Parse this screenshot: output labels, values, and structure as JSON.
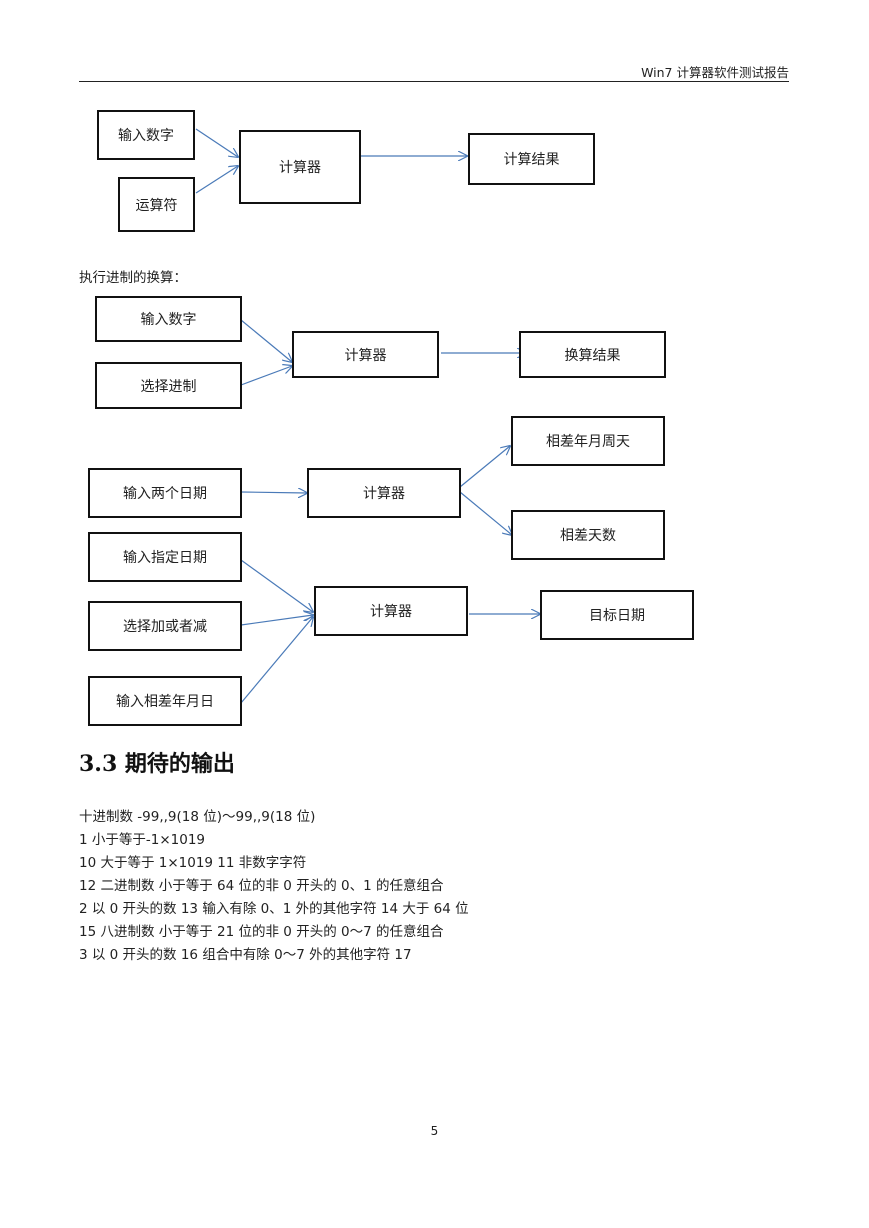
{
  "header": {
    "title": "Win7 计算器软件测试报告"
  },
  "diagram1": {
    "input_number": "输入数字",
    "operator": "运算符",
    "calculator": "计算器",
    "result": "计算结果"
  },
  "intro_text": "执行进制的换算：",
  "diagram2": {
    "input_number": "输入数字",
    "select_base": "选择进制",
    "calculator": "计算器",
    "result": "换算结果"
  },
  "diagram3": {
    "input_two_dates": "输入两个日期",
    "calculator": "计算器",
    "diff_ymwd": "相差年月周天",
    "diff_days": "相差天数"
  },
  "diagram4": {
    "input_date": "输入指定日期",
    "select_add_sub": "选择加或者减",
    "input_diff": "输入相差年月日",
    "calculator": "计算器",
    "target_date": "目标日期"
  },
  "section": {
    "title": "3.3 期待的输出"
  },
  "body_lines": [
    "十进制数 -99,,9(18 位)～99,,9(18 位)",
    "1 小于等于-1×1019",
    " 10 大于等于 1×1019 11 非数字字符",
    "12 二进制数 小于等于 64 位的非 0 开头的 0、1 的任意组合",
    "2 以 0 开头的数 13 输入有除 0、1 外的其他字符 14 大于 64 位",
    "15 八进制数 小于等于 21 位的非 0 开头的 0～7 的任意组合",
    "3 以 0 开头的数 16 组合中有除 0～7 外的其他字符 17"
  ],
  "page_number": "5",
  "colors": {
    "arrow": "#4a7ab8",
    "box_border": "#111111"
  }
}
